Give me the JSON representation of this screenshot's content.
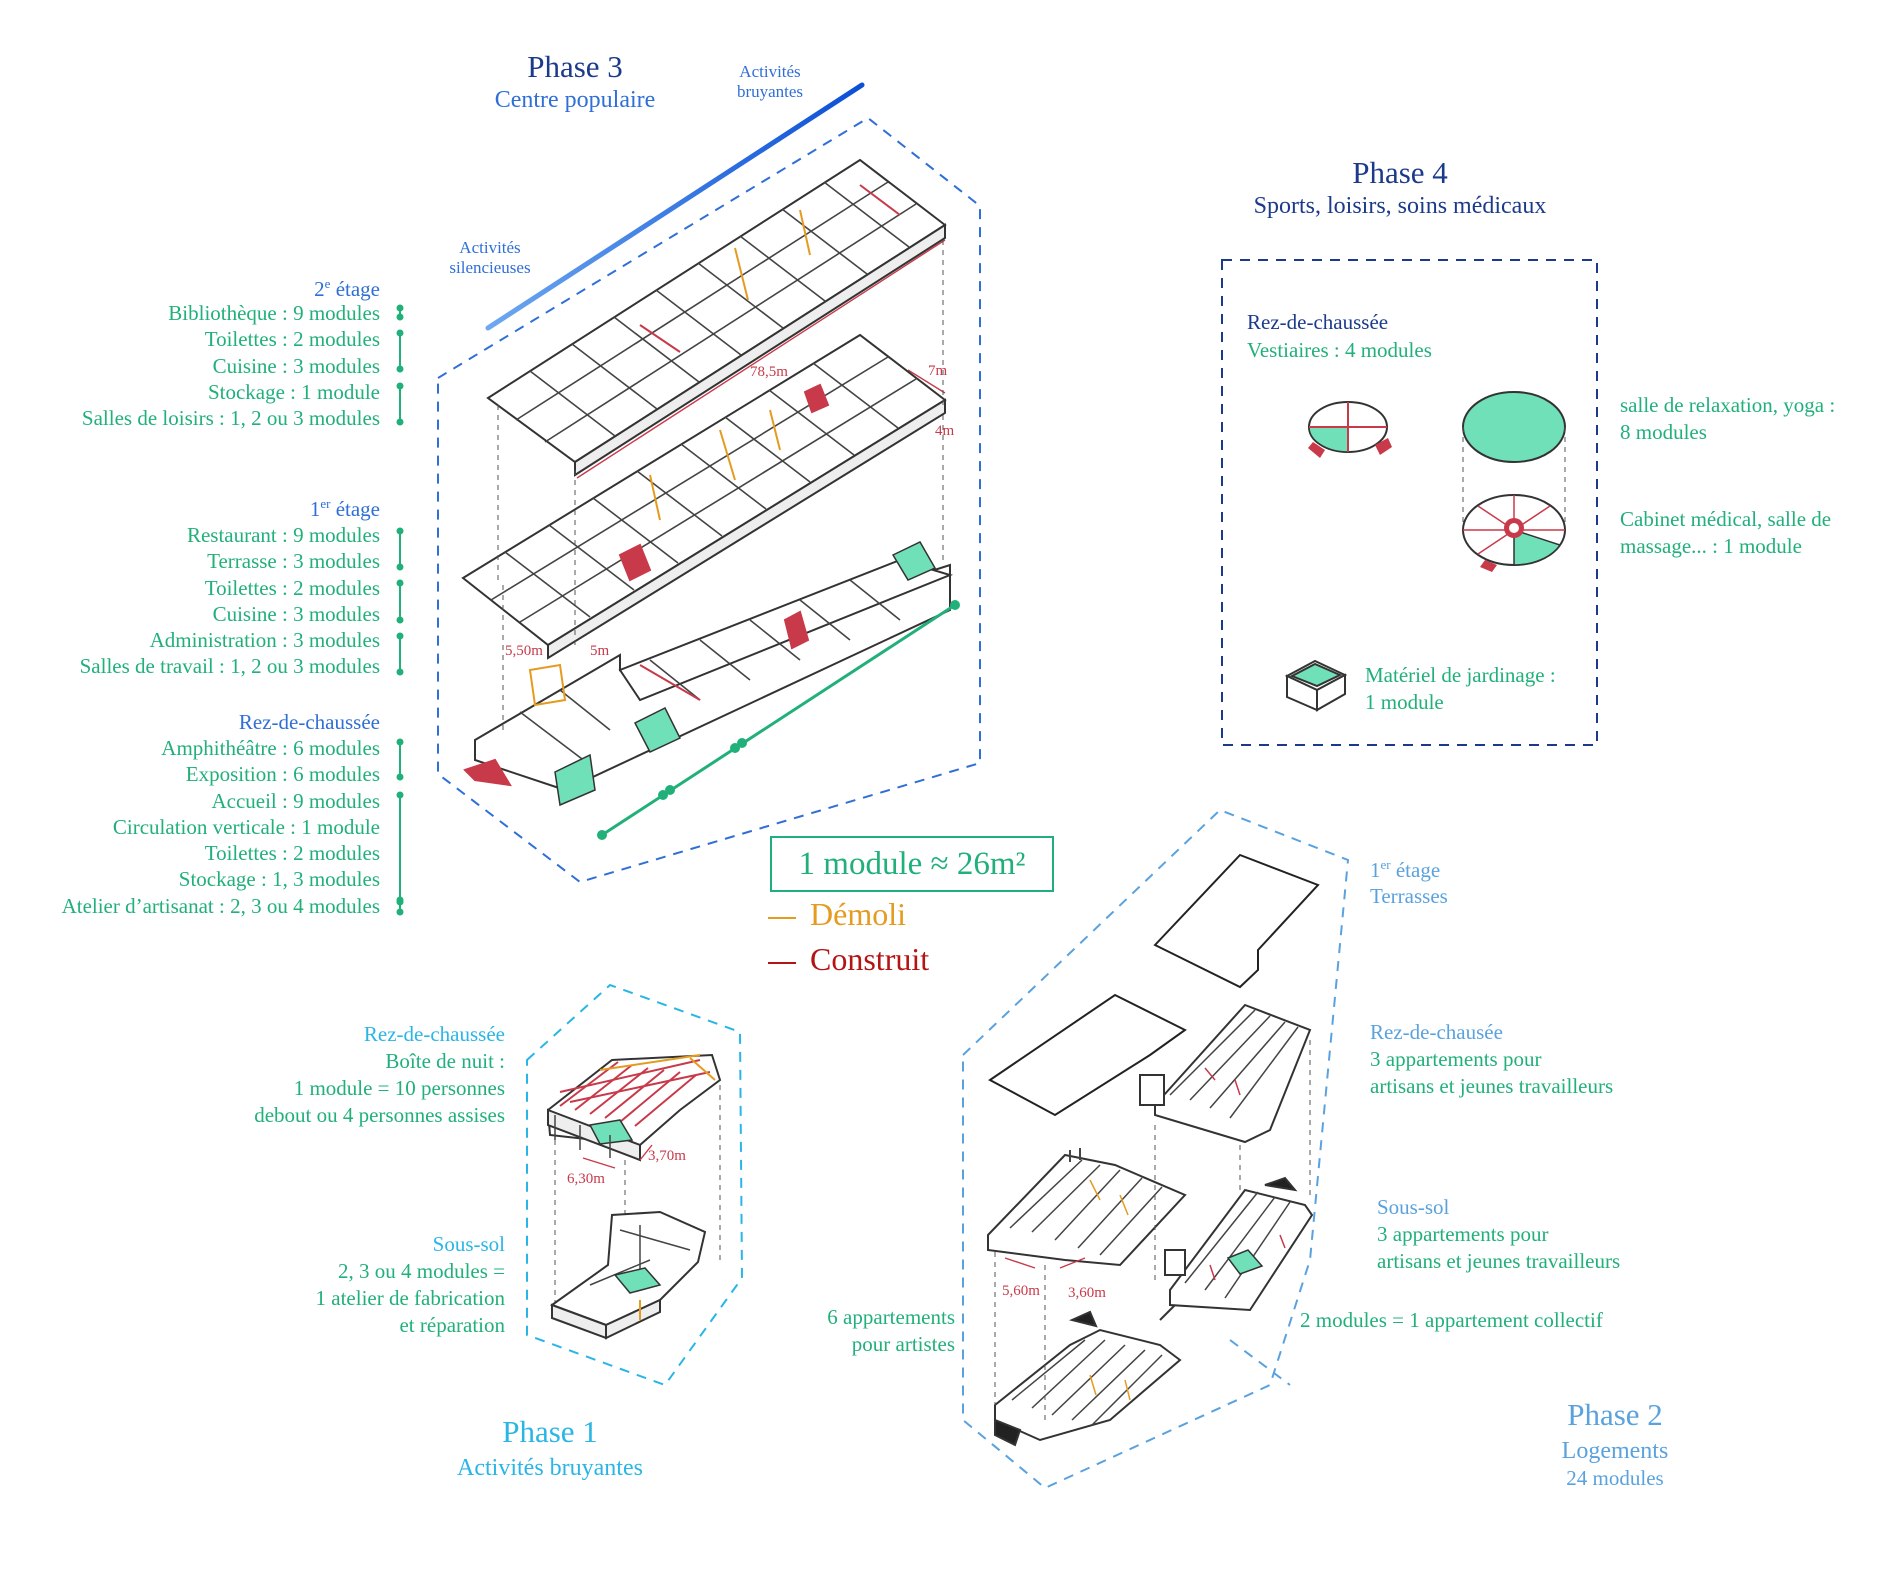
{
  "phase3": {
    "title": "Phase 3",
    "subtitle": "Centre populaire",
    "noisy_label": "Activités bruyantes",
    "quiet_label": "Activités silencieuses",
    "floor2": {
      "heading_base": "2",
      "heading_sup": "e",
      "heading_rest": " étage",
      "items": [
        "Bibliothèque : 9 modules",
        "Toilettes : 2 modules",
        "Cuisine : 3 modules",
        "Stockage : 1 module",
        "Salles de loisirs : 1, 2 ou 3 modules"
      ]
    },
    "floor1": {
      "heading_base": "1",
      "heading_sup": "er",
      "heading_rest": " étage",
      "items": [
        "Restaurant : 9 modules",
        "Terrasse : 3 modules",
        "Toilettes : 2 modules",
        "Cuisine : 3 modules",
        "Administration : 3 modules",
        "Salles de travail : 1, 2 ou 3 modules"
      ]
    },
    "ground": {
      "heading": "Rez-de-chaussée",
      "items": [
        "Amphithéâtre : 6 modules",
        "Exposition : 6 modules",
        "Accueil : 9 modules",
        "Circulation verticale : 1 module",
        "Toilettes : 2 modules",
        "Stockage : 1, 3 modules",
        "Atelier d’artisanat : 2, 3 ou 4 modules"
      ]
    },
    "dims": {
      "length": "78,5m",
      "width": "7m",
      "depth": "4m",
      "span_a": "5,50m",
      "span_b": "5m"
    }
  },
  "phase4": {
    "title": "Phase 4",
    "subtitle": "Sports, loisirs, soins médicaux",
    "ground_heading": "Rez-de-chaussée",
    "ground_item": "Vestiaires : 4 modules",
    "yoga_line1": "salle de relaxation, yoga :",
    "yoga_line2": "8 modules",
    "medical_line1": "Cabinet médical, salle de",
    "medical_line2": "massage... : 1 module",
    "garden_line1": "Matériel de jardinage :",
    "garden_line2": "1 module"
  },
  "legend": {
    "module": "1 module ≈ 26m²",
    "demolished": "Démoli",
    "built": "Construit"
  },
  "phase1": {
    "title": "Phase 1",
    "subtitle": "Activités bruyantes",
    "ground_heading": "Rez-de-chaussée",
    "ground_lines": [
      "Boîte de nuit :",
      "1 module = 10 personnes",
      "debout ou 4 personnes assises"
    ],
    "basement_heading": "Sous-sol",
    "basement_lines": [
      "2, 3 ou 4 modules =",
      "1 atelier de fabrication",
      "et réparation"
    ],
    "dims": {
      "a": "6,30m",
      "b": "3,70m"
    }
  },
  "phase2": {
    "title": "Phase 2",
    "subtitle": "Logements",
    "count": "24 modules",
    "floor1_base": "1",
    "floor1_sup": "er",
    "floor1_rest": " étage",
    "floor1_item": "Terrasses",
    "ground_heading": "Rez-de-chausée",
    "ground_lines": [
      "3 appartements pour",
      "artisans et jeunes travailleurs"
    ],
    "basement_heading": "Sous-sol",
    "basement_lines": [
      "3 appartements pour",
      "artisans et jeunes travailleurs"
    ],
    "collective": "2 modules = 1 appartement collectif",
    "artists_lines": [
      "6 appartements",
      "pour artistes"
    ],
    "dims": {
      "a": "5,60m",
      "b": "3,60m"
    }
  },
  "colors": {
    "navy": "#1b3a8a",
    "blue": "#2f6fd6",
    "green": "#21b07a",
    "red": "#c83a4a",
    "orange": "#e49b1f",
    "darkred": "#b31414"
  }
}
